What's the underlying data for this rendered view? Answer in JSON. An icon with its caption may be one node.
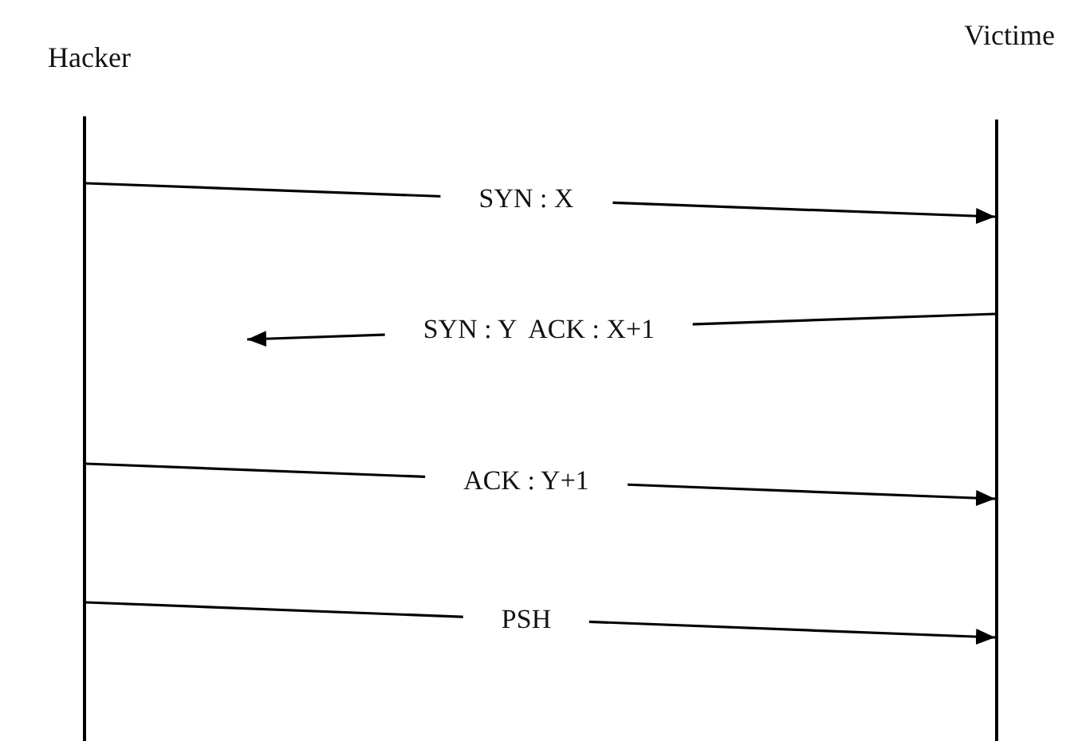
{
  "diagram": {
    "nodes": [
      {
        "text": [],
        "shape": "bar",
        "beside": [
          "Hacker"
        ]
      },
      {
        "text": [],
        "shape": "bar",
        "beside": [
          "Victime"
        ]
      }
    ],
    "edges": [
      {
        "from": 0,
        "to": 1,
        "arrow": "to",
        "label": "SYN : X"
      },
      {
        "from": 1,
        "to": null,
        "arrow": "to",
        "label": "SYN : Y  ACK : X+1"
      },
      {
        "from": 0,
        "to": 1,
        "arrow": "to",
        "label": "ACK : Y+1"
      },
      {
        "from": 0,
        "to": 1,
        "arrow": "to",
        "label": "PSH"
      }
    ]
  }
}
